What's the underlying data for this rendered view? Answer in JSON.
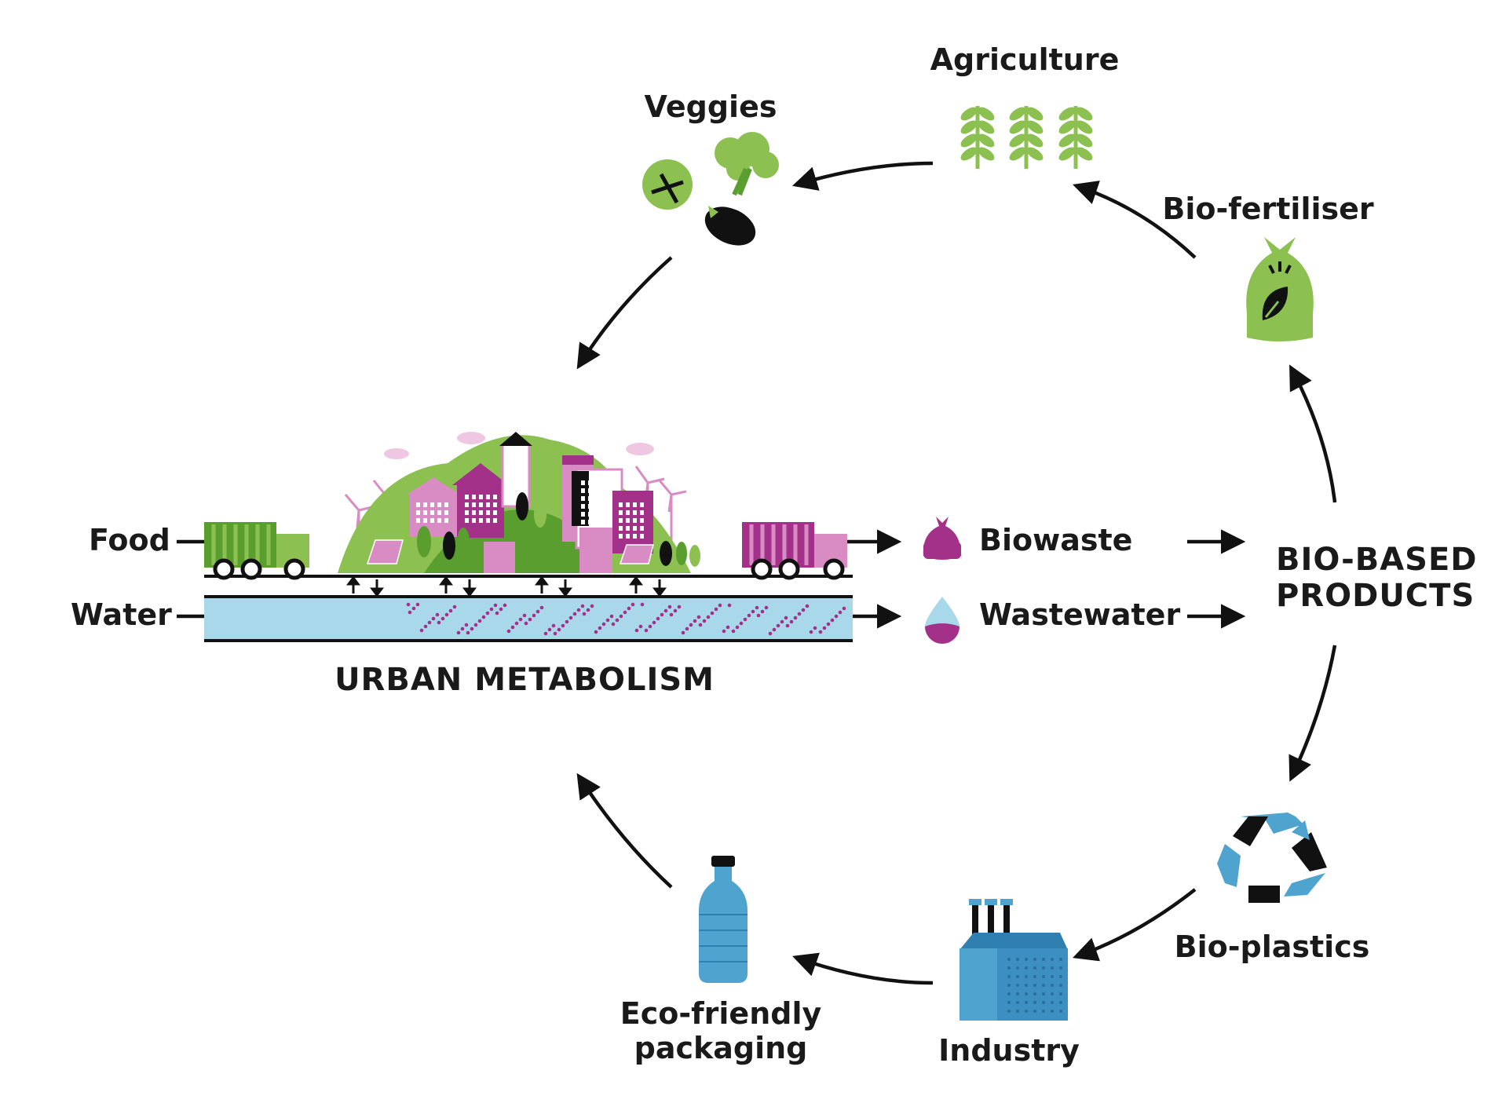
{
  "labels": {
    "agriculture": "Agriculture",
    "veggies": "Veggies",
    "bio_fertiliser": "Bio-fertiliser",
    "food": "Food",
    "water": "Water",
    "biowaste": "Biowaste",
    "wastewater": "Wastewater",
    "bio_based_line1": "BIO-BASED",
    "bio_based_line2": "PRODUCTS",
    "urban_metabolism": "URBAN METABOLISM",
    "bio_plastics": "Bio-plastics",
    "industry": "Industry",
    "eco_line1": "Eco-friendly",
    "eco_line2": "packaging"
  },
  "colors": {
    "green": "#8cc152",
    "dark_green": "#5a9e2f",
    "magenta": "#a3318a",
    "pink": "#d98cc4",
    "blue": "#4fa3cf",
    "light_blue": "#a9d8ea",
    "black": "#111111"
  },
  "icons": [
    "wheat-icon",
    "veggies-icon",
    "fertiliser-bag-icon",
    "truck-icon",
    "city-icon",
    "biowaste-bag-icon",
    "water-drop-icon",
    "recycle-icon",
    "factory-icon",
    "bottle-icon"
  ]
}
